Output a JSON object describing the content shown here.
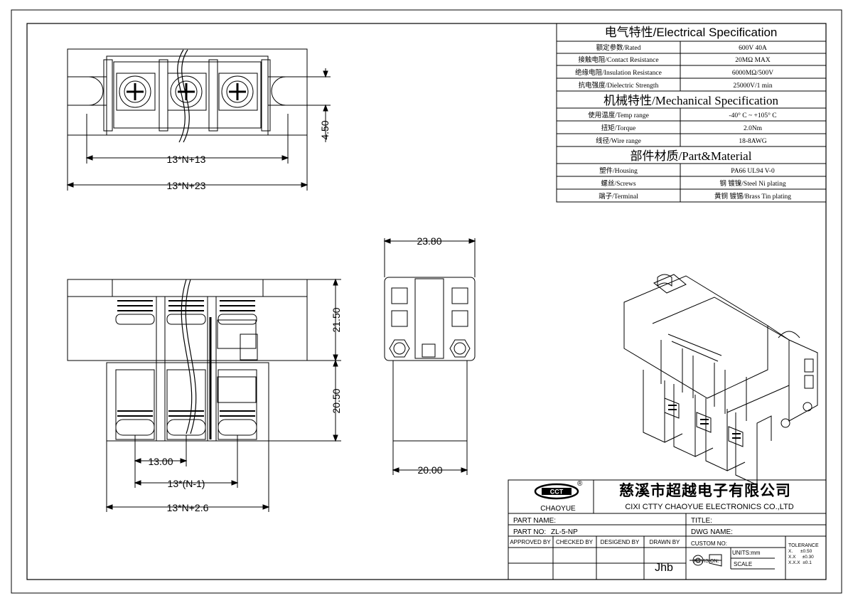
{
  "spec": {
    "electrical_title": "电气特性/Electrical Specification",
    "electrical": [
      {
        "label": "额定参数/Rated",
        "value": "600V 40A"
      },
      {
        "label": "接触电阻/Contact Resistance",
        "value": "20MΩ MAX"
      },
      {
        "label": "绝缘电阻/Insulation Resistance",
        "value": "6000MΩ/500V"
      },
      {
        "label": "抗电强度/Dielectric Strength",
        "value": "25000V/1 min"
      }
    ],
    "mechanical_title": "机械特性/Mechanical Specification",
    "mechanical": [
      {
        "label": "使用温度/Temp range",
        "value": "-40° C ~ +105° C"
      },
      {
        "label": "扭矩/Torque",
        "value": "2.0Nm"
      },
      {
        "label": "线径/Wire range",
        "value": "18-8AWG"
      }
    ],
    "material_title": "部件材质/Part&Material",
    "material": [
      {
        "label": "塑件/Housing",
        "value": "PA66 UL94 V-0"
      },
      {
        "label": "螺丝/Screws",
        "value": "钢 镀镍/Steel Ni plating"
      },
      {
        "label": "端子/Terminal",
        "value": "黄铜 镀锡/Brass Tin  plating"
      }
    ]
  },
  "dims": {
    "pitch_inner": "13*N+13",
    "overall_top": "13*N+23",
    "height_small": "4.50",
    "upper_height": "21.50",
    "lower_height": "20.50",
    "pitch": "13.00",
    "span": "13*(N-1)",
    "overall_front": "13*N+2.6",
    "side_width": "23.80",
    "side_bottom": "20.00"
  },
  "titleblock": {
    "brand": "CHAOYUE",
    "logo_mark": "®",
    "company_cn": "慈溪市超越电子有限公司",
    "company_en": "CIXI CTTY CHAOYUE ELECTRONICS CO.,LTD",
    "part_name_label": "PART NAME:",
    "title_label": "TITLE:",
    "part_no_label": "PART NO:",
    "part_no": "ZL-5-NP",
    "dwg_name_label": "DWG NAME:",
    "approved_by": "APPROVED BY",
    "checked_by": "CHECKED BY",
    "designed_by": "DESIGEND BY",
    "drawn_by": "DRAWN BY",
    "drawn_by_value": "Jhb",
    "custom_no": "CUSTOM NO:",
    "units": "UNITS:mm",
    "revision": "REVISION:",
    "scale": "SCALE",
    "tolerance_title": "TOLERANCE",
    "tolerance": [
      "X.      ±0.50",
      "X.X     ±0.30",
      "X.X.X  ±0.1"
    ]
  }
}
